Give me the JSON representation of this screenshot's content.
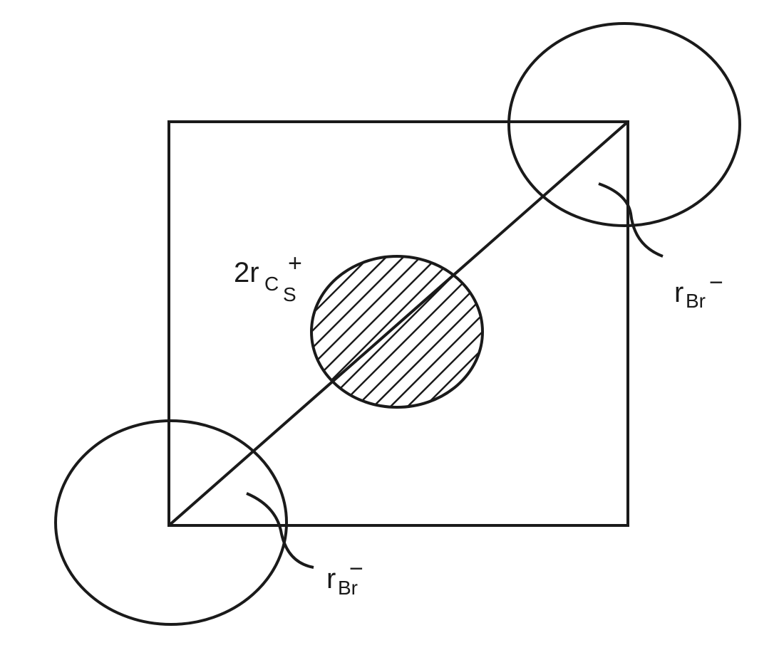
{
  "diagram": {
    "labels": {
      "cs": {
        "main": "2r",
        "sub": "C",
        "subsub": "S",
        "sup": "+"
      },
      "br_top": {
        "main": "r",
        "sub": "Br",
        "sup": "−"
      },
      "br_bottom": {
        "main": "r",
        "sub": "Br",
        "sup": "−"
      }
    },
    "colors": {
      "stroke": "#1a1a1a",
      "background": "#ffffff"
    }
  }
}
